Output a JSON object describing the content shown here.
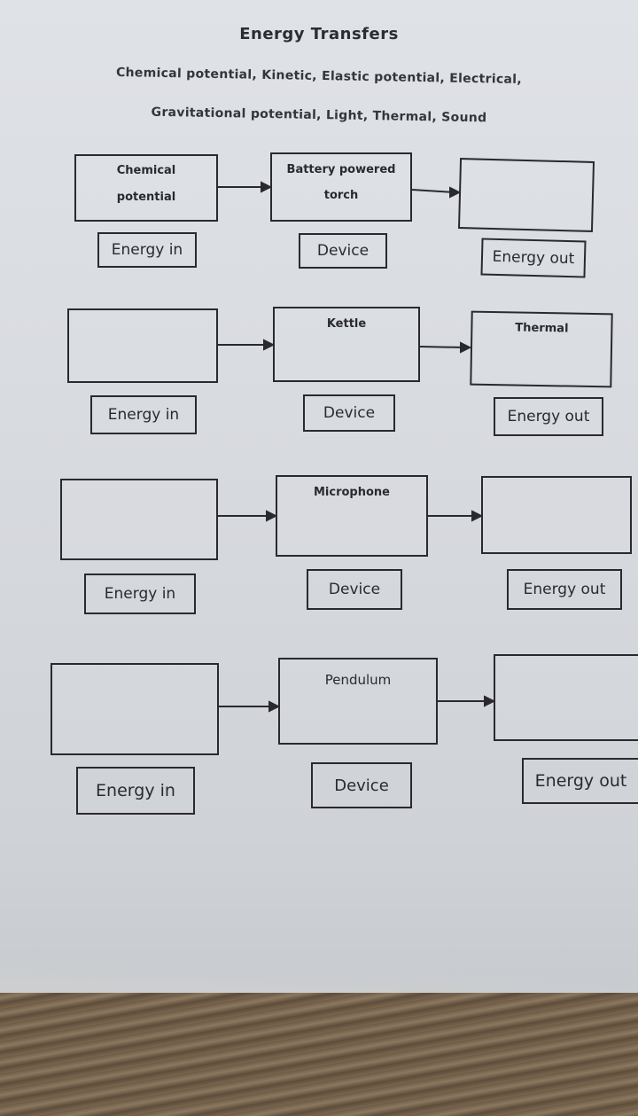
{
  "title": "Energy Transfers",
  "word_bank": {
    "line1": "Chemical potential, Kinetic, Elastic potential, Electrical,",
    "line2": "Gravitational potential, Light, Thermal, Sound"
  },
  "labels": {
    "energy_in": "Energy in",
    "device": "Device",
    "energy_out": "Energy out"
  },
  "rows": [
    {
      "energy_in": [
        "Chemical",
        "potential"
      ],
      "device": [
        "Battery powered",
        "torch"
      ],
      "energy_out": [
        "",
        ""
      ]
    },
    {
      "energy_in": [
        "",
        ""
      ],
      "device": [
        "Kettle",
        ""
      ],
      "energy_out": [
        "Thermal",
        ""
      ]
    },
    {
      "energy_in": [
        "",
        ""
      ],
      "device": [
        "Microphone",
        ""
      ],
      "energy_out": [
        "",
        ""
      ]
    },
    {
      "energy_in": [
        "",
        ""
      ],
      "device": [
        "Pendulum",
        ""
      ],
      "energy_out": [
        "",
        ""
      ]
    }
  ]
}
